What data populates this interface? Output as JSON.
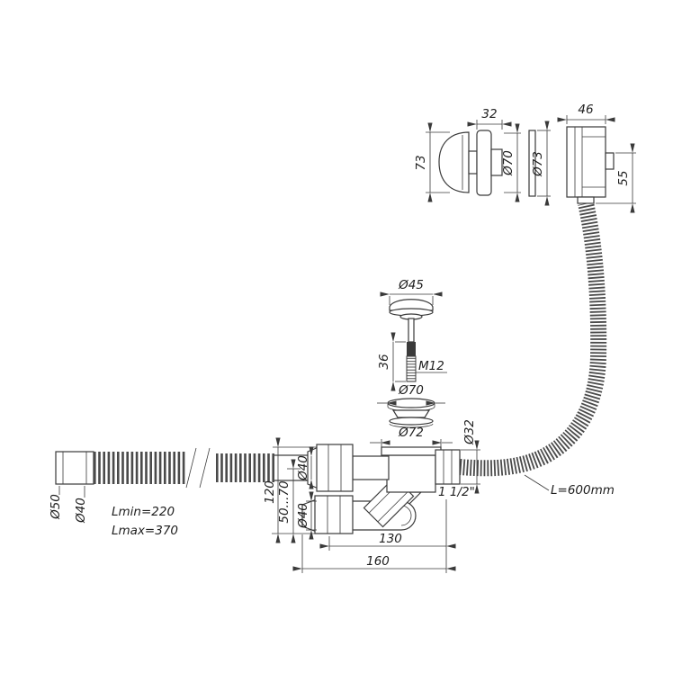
{
  "overflow": {
    "dim_width_cap": "32",
    "dim_width_body": "46",
    "dim_height_knob": "73",
    "dia_cover": "Ø70",
    "dia_gasket": "Ø73",
    "dim_offset": "55"
  },
  "plug": {
    "dia_cap": "Ø45",
    "dim_thread_len": "36",
    "thread": "M12",
    "dia_washer": "Ø70",
    "dia_flange": "Ø72"
  },
  "hose": {
    "dia": "Ø32",
    "thread_out": "1 1/2\"",
    "length": "L=600mm"
  },
  "outlet_pipe": {
    "dia_end": "Ø50",
    "dia_pipe": "Ø40",
    "len_min": "Lmin=220",
    "len_max": "Lmax=370"
  },
  "siphon": {
    "dia_inlet": "Ø40",
    "dim_height": "120",
    "dim_adjust": "50...70",
    "dia_outlet": "Ø40",
    "dim_130": "130",
    "dim_160": "160"
  }
}
